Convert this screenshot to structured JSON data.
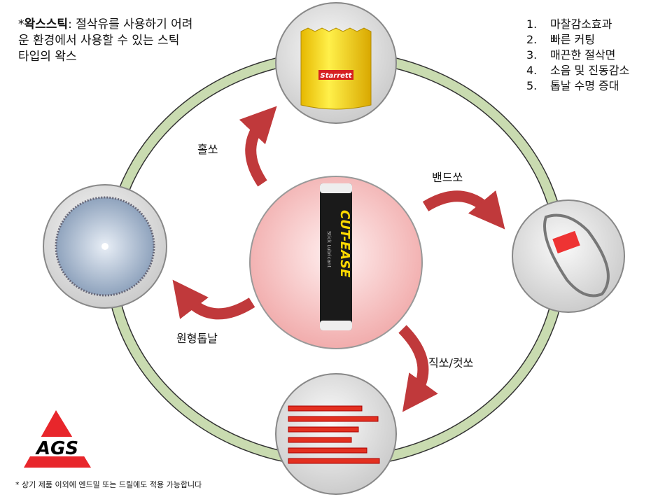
{
  "intro": {
    "asterisk": "*",
    "term": "왁스스틱",
    "text": ": 절삭유를 사용하기 어려운 환경에서 사용할 수 있는 스틱 타입의 왁스"
  },
  "benefits": [
    {
      "num": "1.",
      "text": "마찰감소효과"
    },
    {
      "num": "2.",
      "text": "빠른 커팅"
    },
    {
      "num": "3.",
      "text": "매끈한 절삭면"
    },
    {
      "num": "4.",
      "text": "소음 및 진동감소"
    },
    {
      "num": "5.",
      "text": "톱날 수명 증대"
    }
  ],
  "labels": {
    "holesaw": "홀쏘",
    "bandsaw": "밴드쏘",
    "circular": "원형톱날",
    "jigsaw": "직쏘/컷쏘"
  },
  "product": {
    "brand": "CUT-EASE",
    "sub": "Stick Lubricant"
  },
  "holesaw_brand": "Starrett",
  "logo": "AGS",
  "footnote": "* 상기 제품 이외에 엔드밀 또는 드릴에도 적용 가능합니다",
  "colors": {
    "ring": "#c9dbb0",
    "arrow": "#c0393b",
    "center": "#f4b8b8",
    "logo_red": "#e8262b"
  }
}
